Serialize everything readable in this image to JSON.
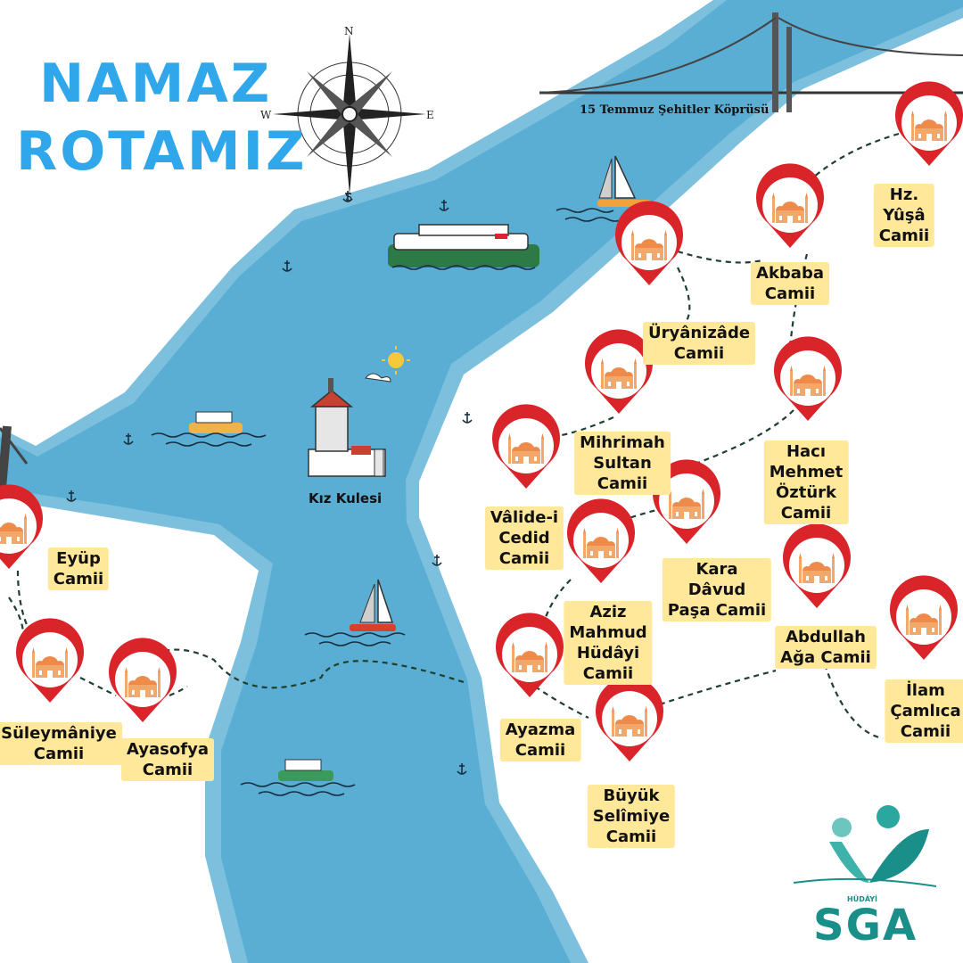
{
  "title": {
    "line1": "NAMAZ",
    "line2": "ROTAMIZ"
  },
  "landmarks": {
    "bridge": "15 Temmuz Şehitler Köprüsü",
    "tower": "Kız Kulesi"
  },
  "compass": {
    "n": "N",
    "s": "S",
    "e": "E",
    "w": "W"
  },
  "mosques": [
    {
      "id": "hz-yusa",
      "label": "Hz. Yûşâ\nCamii"
    },
    {
      "id": "akbaba",
      "label": "Akbaba\nCamii"
    },
    {
      "id": "uryanizade",
      "label": "Üryânizâde\nCamii"
    },
    {
      "id": "haci-mehmet",
      "label": "Hacı\nMehmet\nÖztürk\nCamii"
    },
    {
      "id": "mihrimah",
      "label": "Mihrimah\nSultan\nCamii"
    },
    {
      "id": "valide",
      "label": "Vâlide-i\nCedid\nCamii"
    },
    {
      "id": "kara-davud",
      "label": "Kara\nDâvud\nPaşa Camii"
    },
    {
      "id": "aziz-mahmud",
      "label": "Aziz\nMahmud\nHüdâyi\nCamii"
    },
    {
      "id": "abdullah-aga",
      "label": "Abdullah\nAğa Camii"
    },
    {
      "id": "ilam",
      "label": "İlam\nÇamlıca\nCamii"
    },
    {
      "id": "ayazma",
      "label": "Ayazma\nCamii"
    },
    {
      "id": "buyuk-selimiye",
      "label": "Büyük\nSelîmiye\nCamii"
    },
    {
      "id": "eyup",
      "label": "Eyüp\nCamii"
    },
    {
      "id": "suleymaniye",
      "label": "Süleymâniye\nCamii"
    },
    {
      "id": "ayasofya",
      "label": "Ayasofya\nCamii"
    }
  ],
  "logo": {
    "text": "SGA",
    "small": "HÜDÂYİ"
  },
  "colors": {
    "water": "#5aaed3",
    "water_edge": "#7cc0de",
    "pin": "#d9252a",
    "label_bg": "#ffe89a",
    "title": "#2fa7ea",
    "route": "#1f3f2f",
    "logo": "#1a8f8a"
  }
}
